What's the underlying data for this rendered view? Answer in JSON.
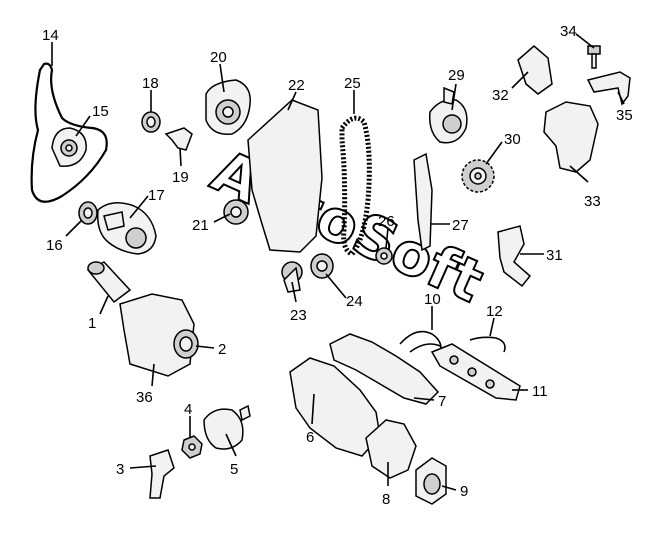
{
  "watermark": "AutoSoft",
  "callouts": [
    "1",
    "2",
    "3",
    "4",
    "5",
    "6",
    "7",
    "8",
    "9",
    "10",
    "11",
    "12",
    "14",
    "15",
    "16",
    "17",
    "18",
    "19",
    "20",
    "21",
    "22",
    "23",
    "24",
    "25",
    "26",
    "27",
    "29",
    "30",
    "31",
    "32",
    "33",
    "34",
    "35",
    "36"
  ]
}
